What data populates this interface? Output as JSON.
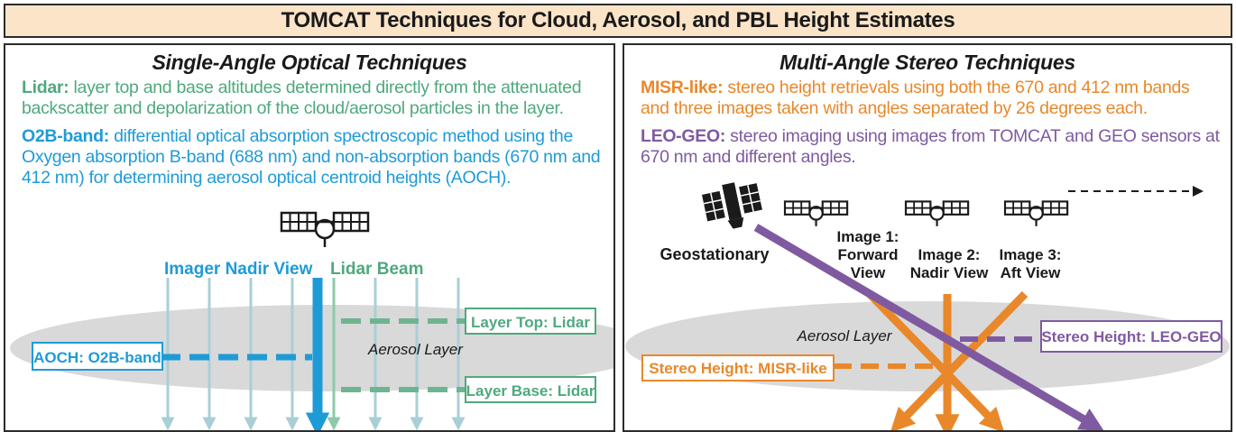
{
  "title": "TOMCAT Techniques for Cloud, Aerosol, and PBL Height Estimates",
  "left": {
    "heading": "Single-Angle Optical Techniques",
    "lidar_term": "Lidar:",
    "lidar_text_1": " layer top and base altitudes determined directly from the attenuated",
    "lidar_text_2": "backscatter and depolarization of the cloud/aerosol particles in the layer.",
    "o2b_term": "O2B-band:",
    "o2b_text_1": " differential optical absorption spectroscopic method using the",
    "o2b_text_2": "Oxygen absorption B-band (688 nm) and non-absorption bands (670 nm and",
    "o2b_text_3": "412 nm) for determining aerosol optical centroid heights (AOCH).",
    "imager_label": "Imager Nadir View",
    "lidar_beam_label": "Lidar Beam",
    "aerosol_label": "Aerosol Layer",
    "aoch_box": "AOCH: O2B-band",
    "layer_top_box": "Layer Top: Lidar",
    "layer_base_box": "Layer Base: Lidar"
  },
  "right": {
    "heading": "Multi-Angle Stereo Techniques",
    "misr_term": "MISR-like:",
    "misr_text_1": " stereo height retrievals using both the 670 and 412 nm bands",
    "misr_text_2": "and three images taken with angles separated by 26 degrees each.",
    "leogeo_term": "LEO-GEO:",
    "leogeo_text_1": " stereo imaging using images from TOMCAT and GEO sensors at",
    "leogeo_text_2": "670 nm and different angles.",
    "geo_label": "Geostationary",
    "image1_l1": "Image 1:",
    "image1_l2": "Forward",
    "image1_l3": "View",
    "image2_l1": "Image 2:",
    "image2_l2": "Nadir View",
    "image3_l1": "Image 3:",
    "image3_l2": "Aft View",
    "aerosol_label": "Aerosol Layer",
    "misr_box": "Stereo Height: MISR-like",
    "leogeo_box": "Stereo Height: LEO-GEO"
  },
  "colors": {
    "lidar_green": "#4fa97d",
    "o2b_blue": "#1e9bd7",
    "misr_orange": "#e9882a",
    "leogeo_purple": "#7f5aa0",
    "aerosol_gray": "#d9d9d9",
    "title_fill": "#fce4c8"
  }
}
